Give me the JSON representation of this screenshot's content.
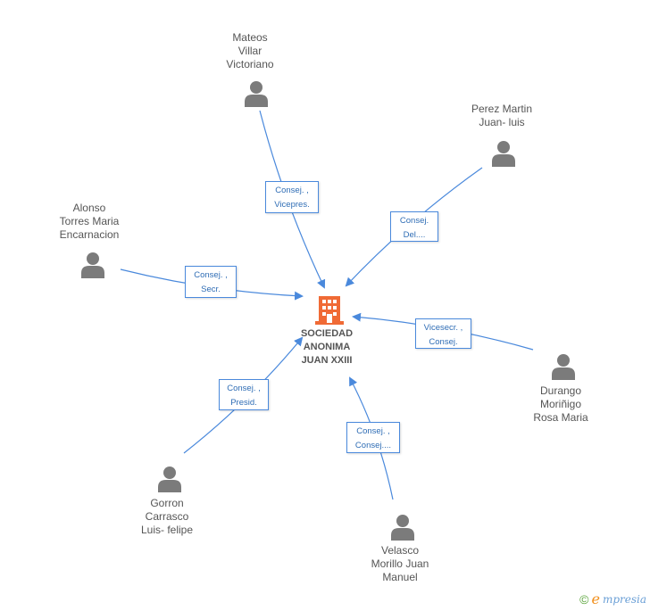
{
  "company": {
    "name_lines": [
      "SOCIEDAD",
      "ANONIMA",
      "JUAN XXIII"
    ],
    "icon": "building-icon",
    "color": "#f06a35"
  },
  "colors": {
    "edge": "#4a89dc",
    "person": "#7b7b7b",
    "text": "#555555"
  },
  "people": [
    {
      "id": "mateos",
      "name_lines": [
        "Mateos",
        "Villar",
        "Victoriano"
      ],
      "role_lines": [
        "Consej. ,",
        "Vicepres."
      ]
    },
    {
      "id": "perez",
      "name_lines": [
        "Perez Martin",
        "Juan- luis"
      ],
      "role_lines": [
        "Consej.",
        "Del...."
      ]
    },
    {
      "id": "alonso",
      "name_lines": [
        "Alonso",
        "Torres Maria",
        "Encarnacion"
      ],
      "role_lines": [
        "Consej. ,",
        "Secr."
      ]
    },
    {
      "id": "durango",
      "name_lines": [
        "Durango",
        "Moriñigo",
        "Rosa Maria"
      ],
      "role_lines": [
        "Vicesecr. ,",
        "Consej."
      ]
    },
    {
      "id": "gorron",
      "name_lines": [
        "Gorron",
        "Carrasco",
        "Luis- felipe"
      ],
      "role_lines": [
        "Consej. ,",
        "Presid."
      ]
    },
    {
      "id": "velasco",
      "name_lines": [
        "Velasco",
        "Morillo Juan",
        "Manuel"
      ],
      "role_lines": [
        "Consej. ,",
        "Consej...."
      ]
    }
  ],
  "footer": {
    "copyright": "©",
    "brand_initial": "e",
    "brand_rest": "mpresia"
  }
}
